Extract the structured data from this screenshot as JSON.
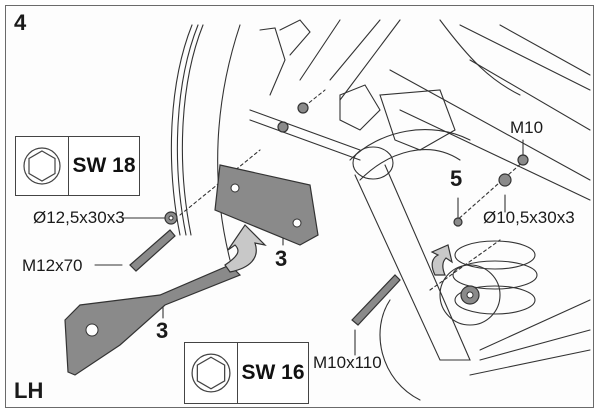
{
  "figure": {
    "step_number": "4",
    "side_label": "LH",
    "colors": {
      "line": "#333333",
      "part_fill": "#8a8a8a",
      "arrow_fill": "#c8c8c8",
      "frame": "#6a6a6a"
    }
  },
  "tools": [
    {
      "icon": "hex-socket-icon",
      "label": "SW 18"
    },
    {
      "icon": "hex-socket-icon",
      "label": "SW 16"
    }
  ],
  "callouts": {
    "washer_left": "Ø12,5x30x3",
    "bolt_left": "M12x70",
    "nut_right": "M10",
    "washer_right": "Ø10,5x30x3",
    "bolt_bottom": "M10x110",
    "part_bracket_upper": "3",
    "part_bracket_lower": "3",
    "part_mount": "5"
  }
}
